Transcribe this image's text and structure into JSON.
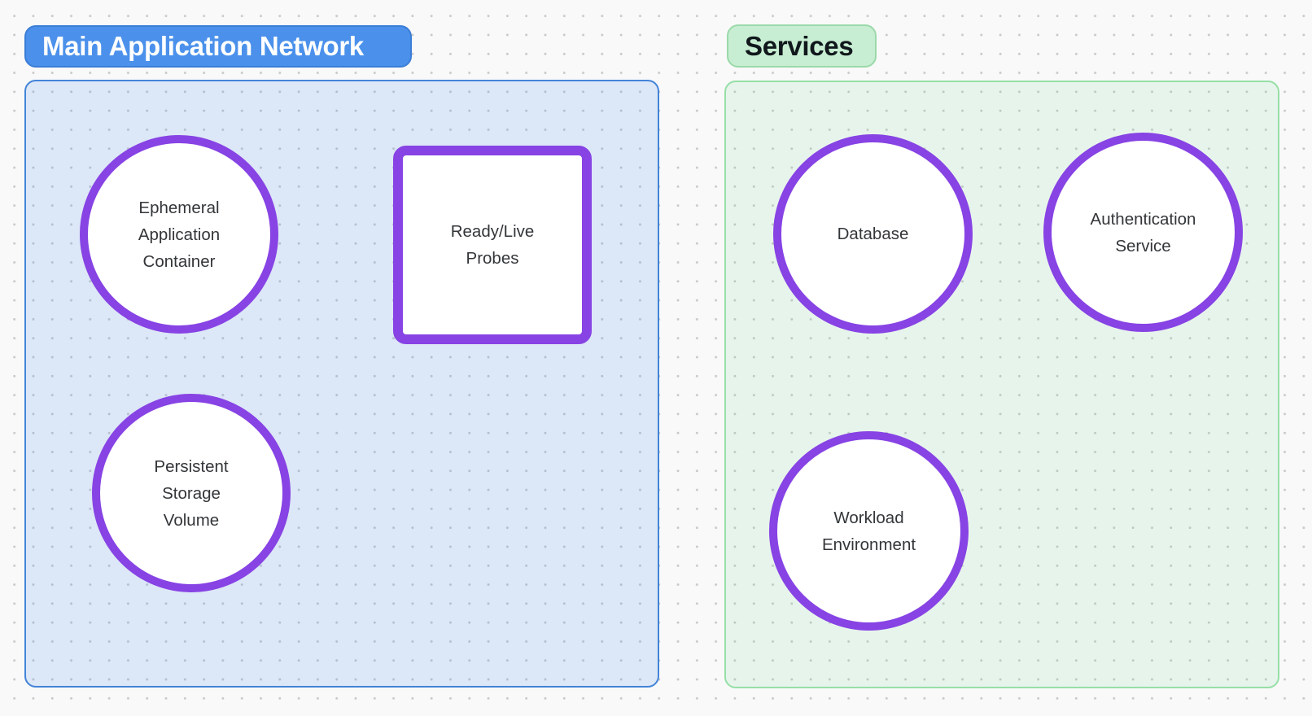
{
  "canvas": {
    "background_color": "#f9f9f9",
    "dot_color": "#c9c9c9"
  },
  "node_style": {
    "border_color": "#8743e4",
    "fill_color": "#ffffff",
    "text_color": "#333639"
  },
  "groups": [
    {
      "label": "Main Application Network",
      "label_fill": "#4b91eb",
      "label_border_color": "#3b7ed6",
      "label_text_color": "#ffffff",
      "container_fill": "#4b91eb2b",
      "container_border_color": "#4384d8",
      "nodes": [
        {
          "name": "ephemeral-application-container",
          "shape": "circle",
          "lines": [
            "Ephemeral",
            "Application",
            "Container"
          ]
        },
        {
          "name": "ready-live-probes",
          "shape": "rounded-square",
          "lines": [
            "Ready/Live",
            "Probes"
          ]
        },
        {
          "name": "persistent-storage-volume",
          "shape": "circle",
          "lines": [
            "Persistent",
            "Storage",
            "Volume"
          ]
        }
      ]
    },
    {
      "label": "Services",
      "label_fill": "#c7eed2",
      "label_border_color": "#9bd9aa",
      "label_text_color": "#10181c",
      "container_fill": "#6ed7911f",
      "container_border_color": "#96dfa6",
      "nodes": [
        {
          "name": "database",
          "shape": "circle",
          "lines": [
            "Database"
          ]
        },
        {
          "name": "authentication-service",
          "shape": "circle",
          "lines": [
            "Authentication",
            "Service"
          ]
        },
        {
          "name": "workload-environment",
          "shape": "circle",
          "lines": [
            "Workload",
            "Environment"
          ]
        }
      ]
    }
  ]
}
